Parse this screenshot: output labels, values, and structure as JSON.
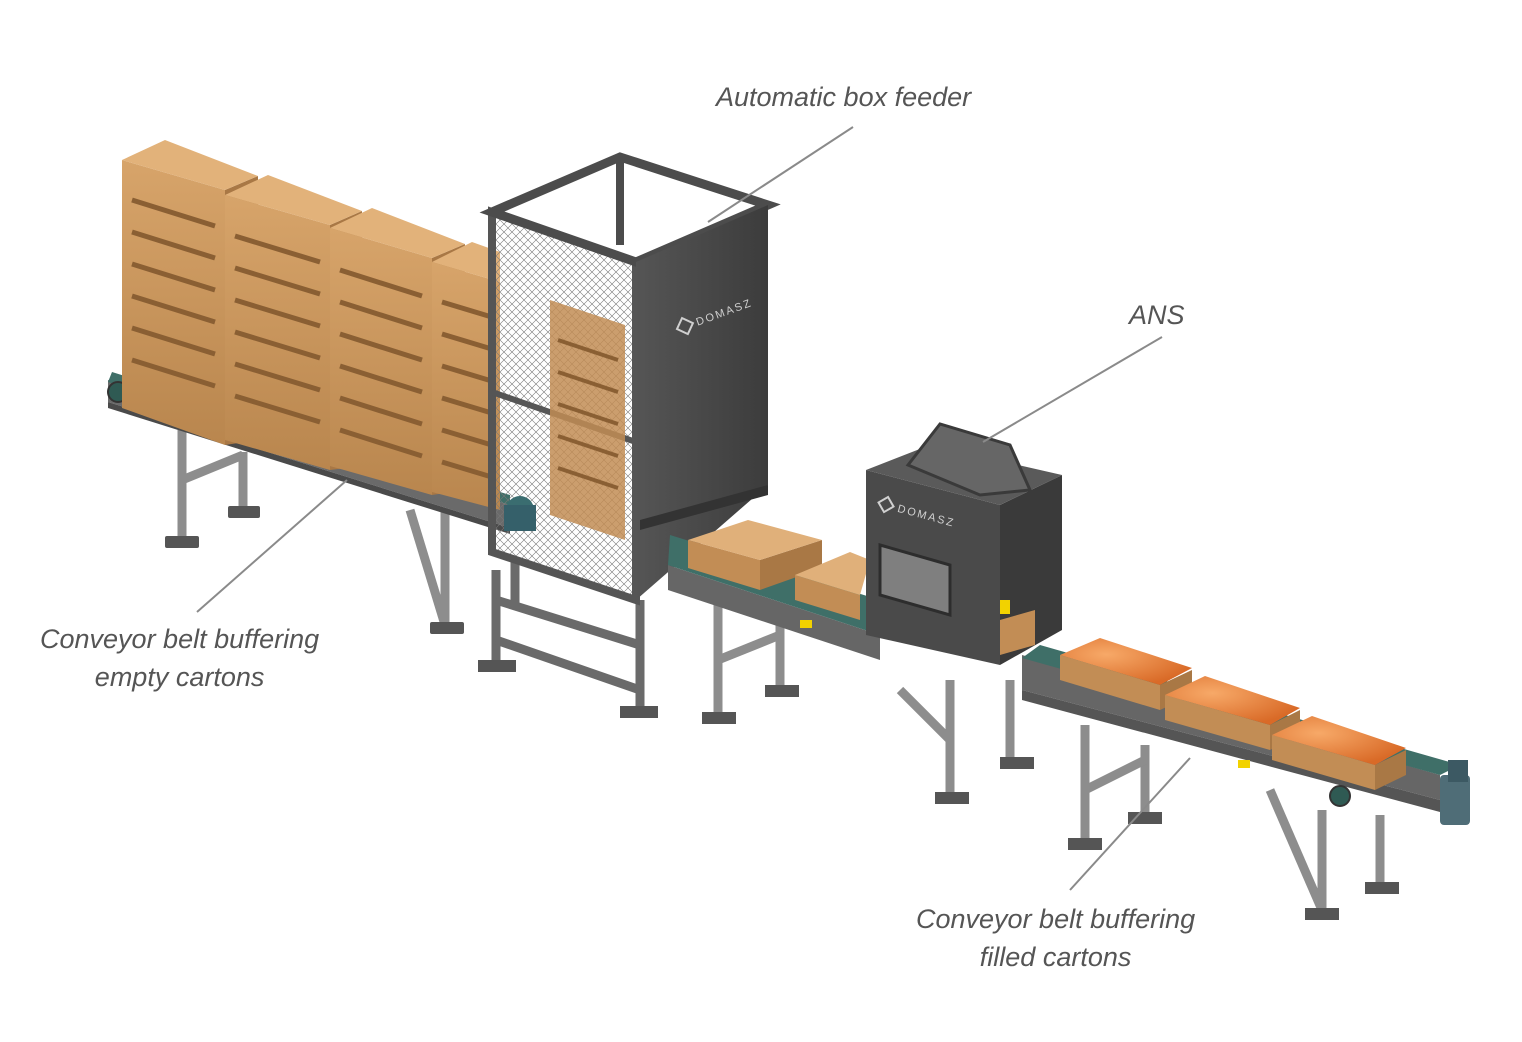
{
  "labels": {
    "feeder": "Automatic box feeder",
    "ans": "ANS",
    "empty_line1": "Conveyor belt buffering",
    "empty_line2": "empty cartons",
    "filled_line1": "Conveyor belt buffering",
    "filled_line2": "filled cartons"
  },
  "brand": {
    "feeder_logo": "DOMASZ",
    "ans_logo": "DOMASZ"
  },
  "colors": {
    "background": "#ffffff",
    "label_text": "#555555",
    "leader_line": "#8a8a8a",
    "cardboard": "#c9955c",
    "cardboard_dark": "#9c6e3e",
    "frame_steel": "#5b5b5b",
    "housing": "#4a4a4a",
    "belt": "#3f6f68",
    "leg": "#9a9a9a",
    "oranges": "#e8823c"
  }
}
